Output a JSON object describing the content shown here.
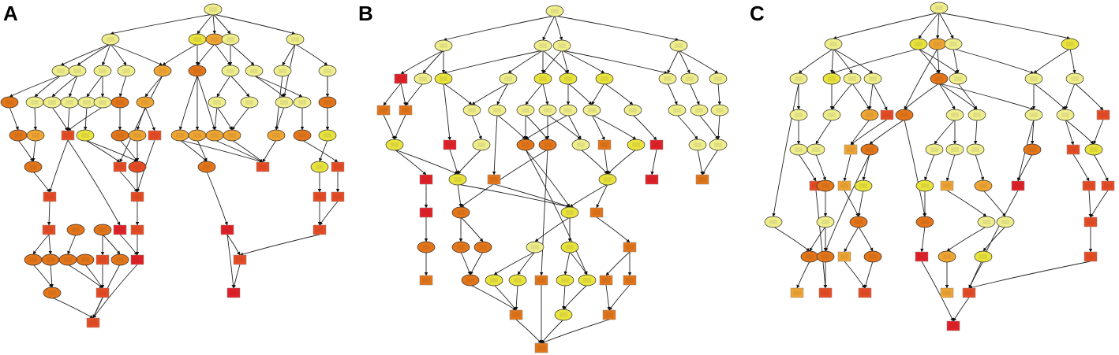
{
  "panels": [
    {
      "label": "A"
    },
    {
      "label": "B"
    },
    {
      "label": "C"
    }
  ],
  "legend_colors": {
    "light": "#f0ee8a",
    "yellow": "#e9e33c",
    "orange_light": "#f0a531",
    "orange": "#e47518",
    "red_orange": "#e84b23",
    "red": "#e21f26"
  }
}
